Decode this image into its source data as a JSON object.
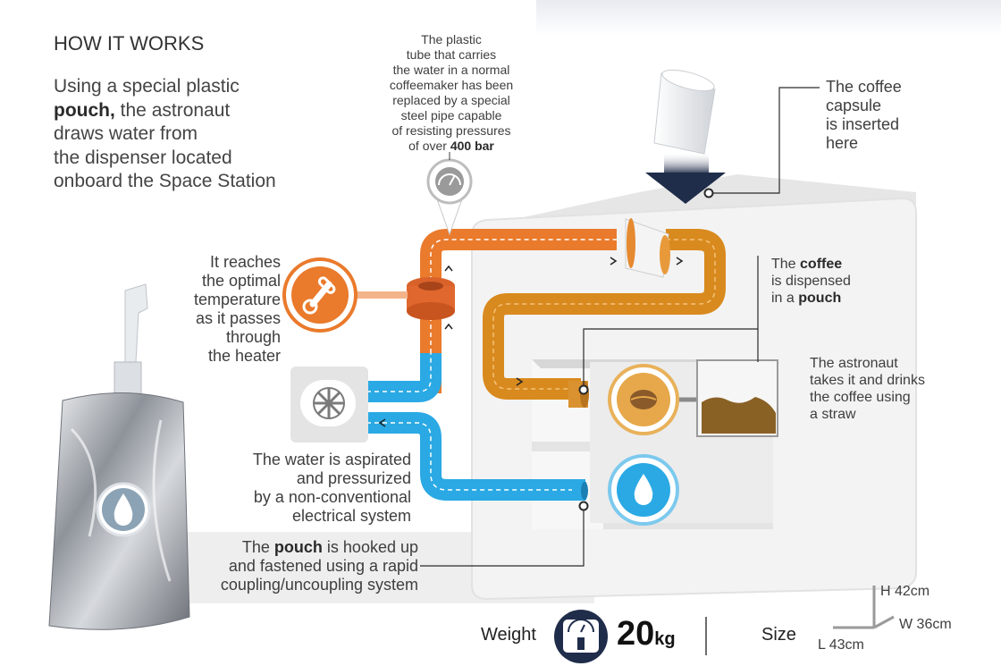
{
  "header": {
    "title": "HOW IT WORKS",
    "intro": {
      "line1": "Using a special plastic",
      "line2_bold": "pouch,",
      "line2_rest": " the astronaut",
      "line3": "draws water from",
      "line4": "the dispenser located",
      "line5": "onboard the Space Station"
    }
  },
  "callouts": {
    "pipe": {
      "line1": "The plastic",
      "line2": "tube that carries",
      "line3": "the water in a normal",
      "line4": "coffeemaker has been",
      "line5": "replaced by a special",
      "line6": "steel pipe capable",
      "line7": "of resisting pressures",
      "line8_pre": "of over",
      "line8_bold": "400 bar"
    },
    "capsule": {
      "line1": "The coffee",
      "line2": "capsule",
      "line3": "is inserted",
      "line4": "here"
    },
    "heater": {
      "line1": "It reaches",
      "line2": "the optimal",
      "line3": "temperature",
      "line4": "as it passes",
      "line5": "through",
      "line6": "the heater"
    },
    "dispensed": {
      "line1_pre": "The ",
      "line1_bold": "coffee",
      "line2": "is dispensed",
      "line3_pre": "in a ",
      "line3_bold": "pouch"
    },
    "drinks": {
      "line1": "The astronaut",
      "line2": "takes it and drinks",
      "line3": "the coffee using",
      "line4": "a straw"
    },
    "pump": {
      "line1": "The water is aspirated",
      "line2": "and pressurized",
      "line3": "by a non-conventional",
      "line4": "electrical system"
    },
    "coupling": {
      "line1_pre": "The ",
      "line1_bold": "pouch",
      "line1_rest": " is hooked up",
      "line2": "and fastened using a rapid",
      "line3": "coupling/uncoupling system"
    }
  },
  "specs": {
    "weight_label": "Weight",
    "weight_value": "20",
    "weight_unit": "kg",
    "size_label": "Size",
    "height": "H 42cm",
    "width": "W 36cm",
    "length": "L 43cm"
  },
  "colors": {
    "hot_pipe": "#ea7a2c",
    "coffee_pipe": "#d98a1e",
    "water_pipe": "#2aa9e4",
    "machine": "#f1f1f1",
    "navy": "#1f2d4a"
  },
  "icons": [
    "pressure-gauge-icon",
    "thermometer-icon",
    "pump-fan-icon",
    "coffee-bean-icon",
    "water-drop-icon",
    "scale-icon",
    "coffee-capsule-icon",
    "water-pouch-icon",
    "coffee-pouch-icon"
  ]
}
